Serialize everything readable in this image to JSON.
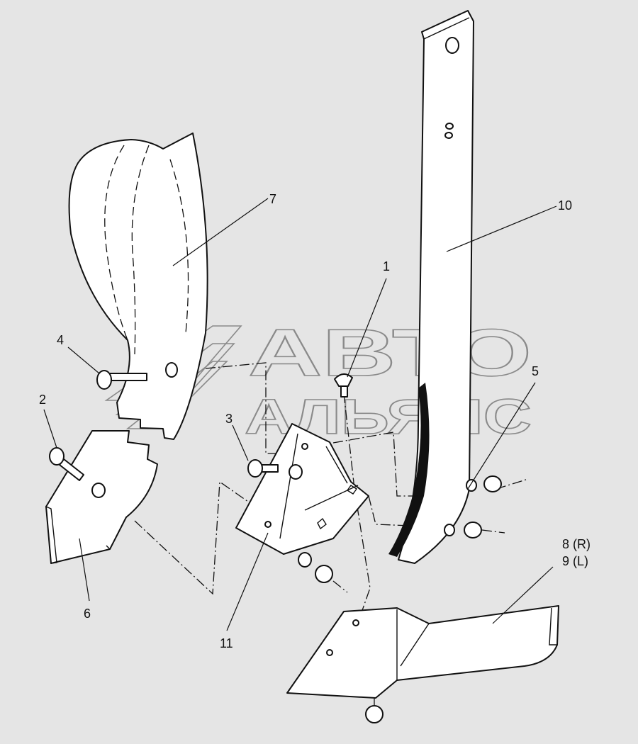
{
  "watermark": {
    "line1": "АВТО",
    "line2": "АЛЬЯНС"
  },
  "callouts": {
    "c1": "1",
    "c2": "2",
    "c3": "3",
    "c4": "4",
    "c5": "5",
    "c6": "6",
    "c7": "7",
    "c8": "8 (R)",
    "c9": "9 (L)",
    "c10": "10",
    "c11": "11"
  }
}
